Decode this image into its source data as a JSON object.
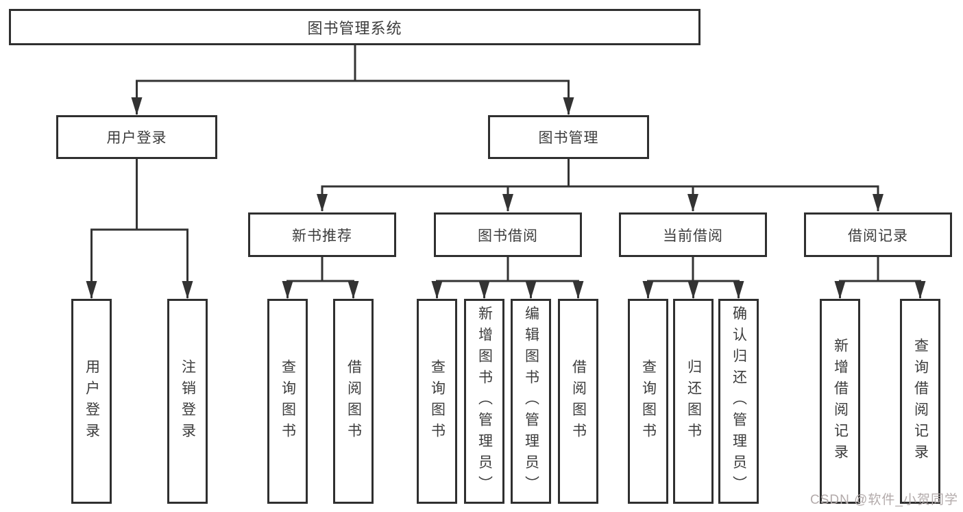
{
  "diagram": {
    "root": {
      "label": "图书管理系统"
    },
    "branches": [
      {
        "label": "用户登录",
        "children": [
          {
            "label": "用户登录"
          },
          {
            "label": "注销登录"
          }
        ]
      },
      {
        "label": "图书管理",
        "children": [
          {
            "label": "新书推荐",
            "children": [
              {
                "label": "查询图书"
              },
              {
                "label": "借阅图书"
              }
            ]
          },
          {
            "label": "图书借阅",
            "children": [
              {
                "label": "查询图书"
              },
              {
                "label": "新增图书（管理员）"
              },
              {
                "label": "编辑图书（管理员）"
              },
              {
                "label": "借阅图书"
              }
            ]
          },
          {
            "label": "当前借阅",
            "children": [
              {
                "label": "查询图书"
              },
              {
                "label": "归还图书"
              },
              {
                "label": "确认归还（管理员）"
              }
            ]
          },
          {
            "label": "借阅记录",
            "children": [
              {
                "label": "新增借阅记录"
              },
              {
                "label": "查询借阅记录"
              }
            ]
          }
        ]
      }
    ]
  },
  "watermark": {
    "text": "CSDN @软件_小贺同学"
  },
  "colors": {
    "line": "#333333",
    "border": "#2f2f2f",
    "text": "#3c3c3c",
    "background": "#ffffff",
    "watermark": "#b3abab"
  }
}
